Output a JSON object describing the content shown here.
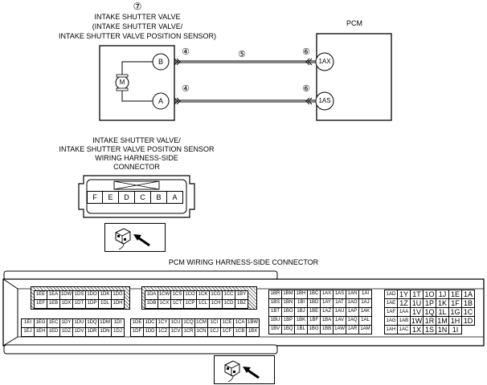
{
  "circuit": {
    "component_number": "⑦",
    "component_title_1": "INTAKE SHUTTER VALVE",
    "component_title_2": "(INTAKE SHUTTER VALVE/",
    "component_title_3": "INTAKE SHUTTER VALVE POSITION SENSOR)",
    "pcm_label": "PCM",
    "motor_symbol": "M",
    "valve_terminal_b": "B",
    "valve_terminal_a": "A",
    "wire_top_num_left": "④",
    "wire_top_num_mid": "⑤",
    "wire_top_num_right": "⑥",
    "wire_bot_num_left": "④",
    "wire_bot_num_right": "⑥",
    "pcm_terminal_top": "1AX",
    "pcm_terminal_bot": "1AS"
  },
  "valve_connector": {
    "title_1": "INTAKE SHUTTER VALVE/",
    "title_2": "INTAKE SHUTTER VALVE POSITION SENSOR",
    "title_3": "WIRING HARNESS-SIDE",
    "title_4": "CONNECTOR",
    "terminals": [
      "F",
      "E",
      "D",
      "C",
      "B",
      "A"
    ]
  },
  "pcm_connector": {
    "title": "PCM WIRING HARNESS-SIDE CONNECTOR",
    "block1": {
      "row1": [
        "1EE",
        "1EA",
        "1DW",
        "1DS",
        "1DO",
        "1DK",
        "1DG"
      ],
      "row2": [
        "1EF",
        "1EB",
        "1DX",
        "1DT",
        "1DP",
        "1DL",
        "1DH"
      ],
      "row3": [
        "1EI",
        "1EG",
        "1EC",
        "1DY",
        "1DU",
        "1DQ",
        "1DM",
        "1DI"
      ],
      "row4": [
        "1EJ",
        "1EH",
        "1ED",
        "1DZ",
        "1DV",
        "1DR",
        "1DN",
        "1DJ"
      ]
    },
    "block2": {
      "row1": [
        "1DA",
        "1CW",
        "1CS",
        "1CO",
        "1CK",
        "1CG",
        "1CC",
        "1BY"
      ],
      "row2": [
        "1DB",
        "1CX",
        "1CT",
        "1CP",
        "1CL",
        "1CH",
        "1CD",
        "1BZ"
      ],
      "row3": [
        "1DE",
        "1DC",
        "1CY",
        "1CU",
        "1CQ",
        "1CM",
        "1CI",
        "1CE",
        "1CA",
        "1BW"
      ],
      "row4": [
        "1DF",
        "1DD",
        "1CZ",
        "1CV",
        "1CR",
        "1CN",
        "1CJ",
        "1CF",
        "1CB",
        "1BX"
      ]
    },
    "block3": {
      "rows": [
        [
          "1BR",
          "1BM",
          "1BH",
          "1BC",
          "1AX",
          "1AS",
          "1AN",
          "1AI"
        ],
        [
          "1BS",
          "1BN",
          "1BI",
          "1BD",
          "1AY",
          "1AT",
          "1AO",
          "1AJ"
        ],
        [
          "1BT",
          "1BO",
          "1BJ",
          "1BE",
          "1AZ",
          "1AU",
          "1AP",
          "1AK"
        ],
        [
          "1BU",
          "1BP",
          "1BK",
          "1BF",
          "1BA",
          "1AV",
          "1AQ",
          "1AL"
        ],
        [
          "1BV",
          "1BQ",
          "1BL",
          "1BG",
          "1BB",
          "1AW",
          "1AR",
          "1AM"
        ]
      ]
    },
    "block4": {
      "rows": [
        [
          "1AD",
          "1Y",
          "1T",
          "1O",
          "1J",
          "1E",
          "1A"
        ],
        [
          "1AE",
          "1Z",
          "1U",
          "1P",
          "1K",
          "1F",
          "1B"
        ],
        [
          "1AF",
          "1AA",
          "1V",
          "1Q",
          "1L",
          "1G",
          "1C"
        ],
        [
          "1AG",
          "1AB",
          "1W",
          "1R",
          "1M",
          "1H",
          "1D"
        ],
        [
          "1AH",
          "1AC",
          "1X",
          "1S",
          "1N",
          "1I"
        ]
      ]
    }
  }
}
